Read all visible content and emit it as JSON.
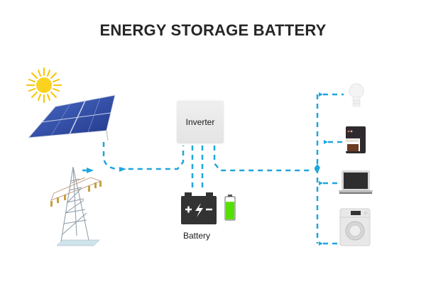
{
  "title": "ENERGY STORAGE BATTERY",
  "nodes": {
    "sun": {
      "icon": "sun-icon"
    },
    "solar_panel": {
      "icon": "solar-panel-icon"
    },
    "grid": {
      "icon": "power-tower-icon"
    },
    "inverter": {
      "label": "Inverter"
    },
    "battery": {
      "label": "Battery",
      "icon": "car-battery-icon",
      "charge_icon": "battery-level-icon",
      "charge_level": 0.8
    },
    "loads": [
      {
        "name": "light-bulb",
        "icon": "light-bulb-icon"
      },
      {
        "name": "coffee-maker",
        "icon": "coffee-maker-icon"
      },
      {
        "name": "laptop",
        "icon": "laptop-icon"
      },
      {
        "name": "washing-machine",
        "icon": "washing-machine-icon"
      }
    ]
  },
  "colors": {
    "flow_line": "#1fa6dc",
    "battery_body": "#333333",
    "charge_fill": "#55e000",
    "sun": "#f9c400",
    "panel": "#2f4ea8"
  }
}
